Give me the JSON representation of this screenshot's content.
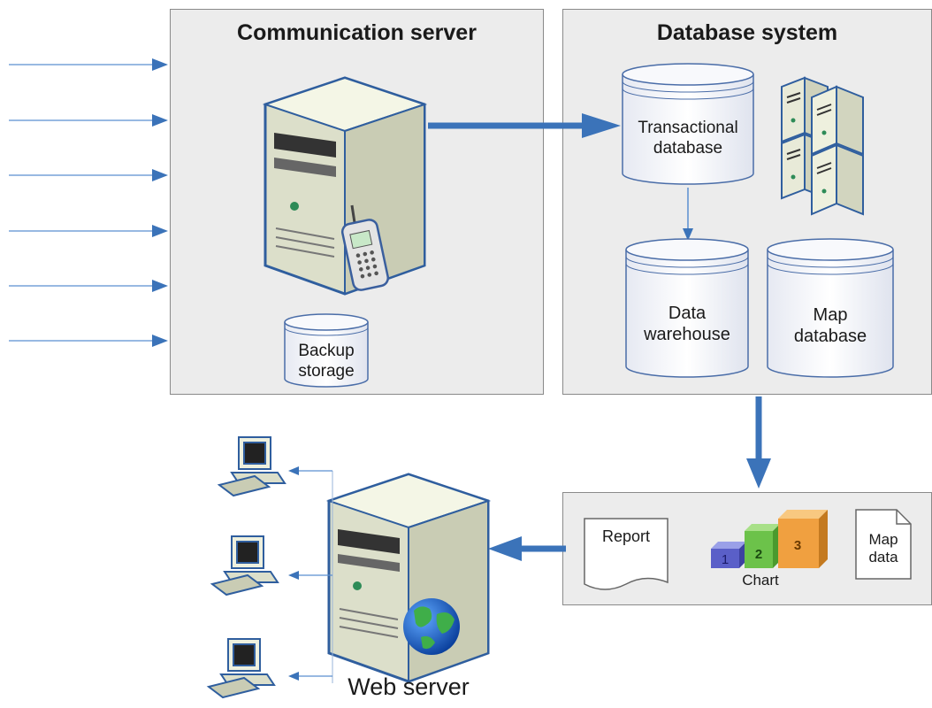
{
  "panels": {
    "communication_server": {
      "title": "Communication server"
    },
    "database_system": {
      "title": "Database system"
    },
    "outputs": {
      "report": "Report",
      "chart": {
        "label": "Chart",
        "bars": [
          "1",
          "2",
          "3"
        ]
      },
      "map_data": [
        "Map",
        "data"
      ]
    }
  },
  "nodes": {
    "backup_storage": [
      "Backup",
      "storage"
    ],
    "transactional_database": [
      "Transactional",
      "database"
    ],
    "data_warehouse": [
      "Data",
      "warehouse"
    ],
    "map_database": [
      "Map",
      "database"
    ],
    "web_server": "Web server"
  },
  "colors": {
    "arrow": "#3b73b9",
    "thin_arrow": "#5b8fd0",
    "panel_bg": "#ececec",
    "server_body": "#eef0dc",
    "server_outline": "#2f5e9e",
    "bar1": "#5a5fc8",
    "bar2": "#6cc24a",
    "bar3": "#f0a040"
  },
  "icons": [
    "server-icon",
    "mobile-phone-icon",
    "database-cylinder-icon",
    "server-rack-icon",
    "desktop-computer-icon",
    "globe-icon",
    "report-document-icon",
    "bar-chart-icon",
    "map-data-document-icon"
  ]
}
